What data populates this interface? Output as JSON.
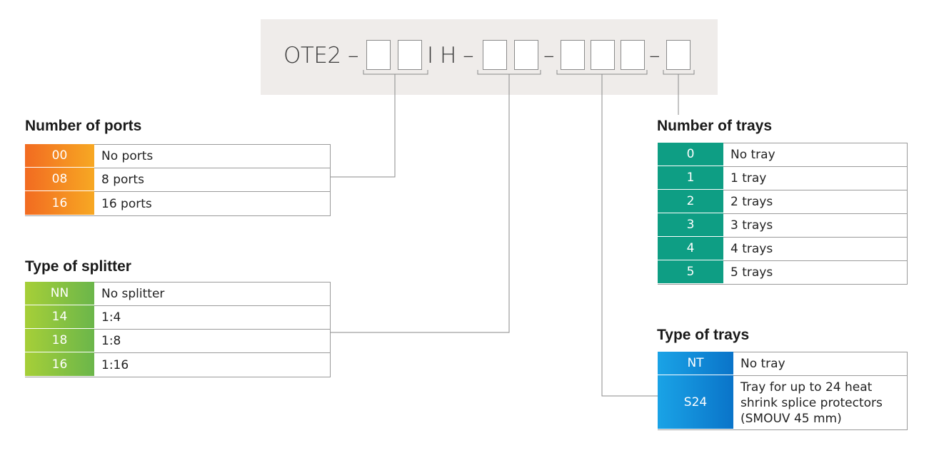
{
  "code": {
    "prefix": "OTE2 –",
    "mid1": "I H –",
    "dash2": "–",
    "dash3": "–"
  },
  "ports": {
    "title": "Number of ports",
    "rows": [
      {
        "code": "00",
        "desc": "No ports"
      },
      {
        "code": "08",
        "desc": "8 ports"
      },
      {
        "code": "16",
        "desc": "16 ports"
      }
    ],
    "color_start": "#f26b21",
    "color_end": "#f7a823"
  },
  "splitter": {
    "title": "Type of splitter",
    "rows": [
      {
        "code": "NN",
        "desc": "No splitter"
      },
      {
        "code": "14",
        "desc": "1:4"
      },
      {
        "code": "18",
        "desc": "1:8"
      },
      {
        "code": "16",
        "desc": "1:16"
      }
    ],
    "color_start": "#a6cf38",
    "color_end": "#6bb64a"
  },
  "trays": {
    "title": "Number of trays",
    "rows": [
      {
        "code": "0",
        "desc": "No tray"
      },
      {
        "code": "1",
        "desc": "1 tray"
      },
      {
        "code": "2",
        "desc": "2 trays"
      },
      {
        "code": "3",
        "desc": "3 trays"
      },
      {
        "code": "4",
        "desc": "4 trays"
      },
      {
        "code": "5",
        "desc": "5 trays"
      }
    ],
    "color": "#0e9e84"
  },
  "tray_type": {
    "title": "Type of trays",
    "rows": [
      {
        "code": "NT",
        "desc": "No tray"
      },
      {
        "code": "S24",
        "desc": "Tray for up to 24 heat shrink splice protectors (SMOUV 45 mm)"
      }
    ],
    "color_start": "#1aa3e6",
    "color_end": "#0a74c9"
  }
}
